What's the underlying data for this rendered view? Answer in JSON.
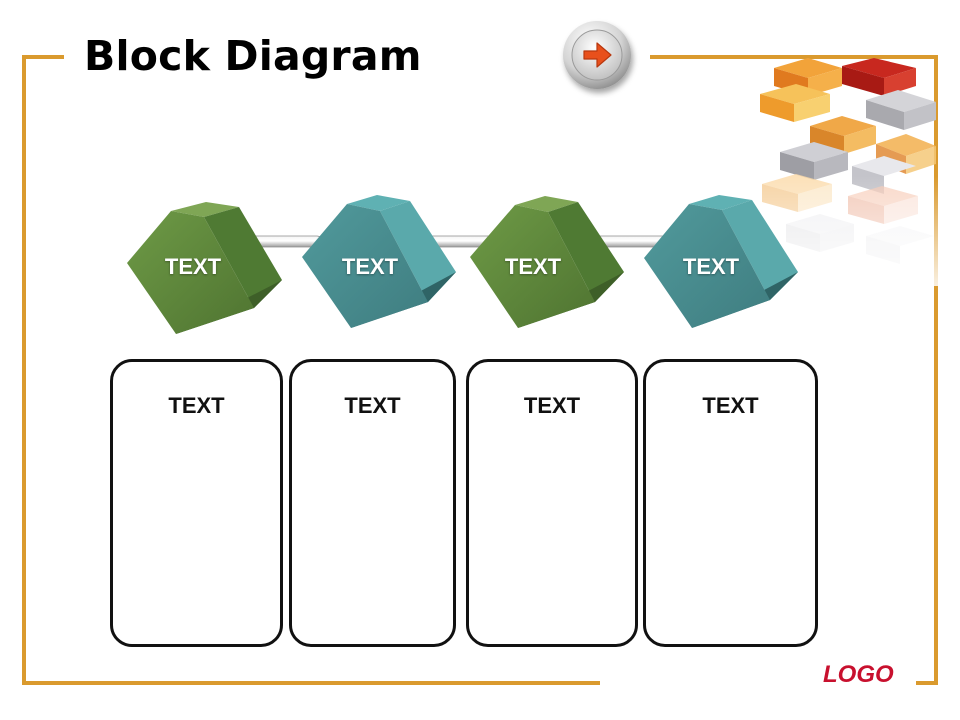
{
  "slide": {
    "title": "Block Diagram",
    "logo": "LOGO",
    "nav_button": {
      "icon": "arrow-right-icon"
    },
    "colors": {
      "frame": "#DA9A2E",
      "green_cube": "#5E8A3C",
      "teal_cube": "#4B8F92",
      "connector": "#C9C9C9",
      "logo": "#C8102E",
      "arrow": "#E8501C"
    }
  },
  "cubes": [
    {
      "label": "TEXT",
      "color": "green"
    },
    {
      "label": "TEXT",
      "color": "teal"
    },
    {
      "label": "TEXT",
      "color": "green"
    },
    {
      "label": "TEXT",
      "color": "teal"
    }
  ],
  "boxes": [
    {
      "label": "TEXT"
    },
    {
      "label": "TEXT"
    },
    {
      "label": "TEXT"
    },
    {
      "label": "TEXT"
    }
  ]
}
